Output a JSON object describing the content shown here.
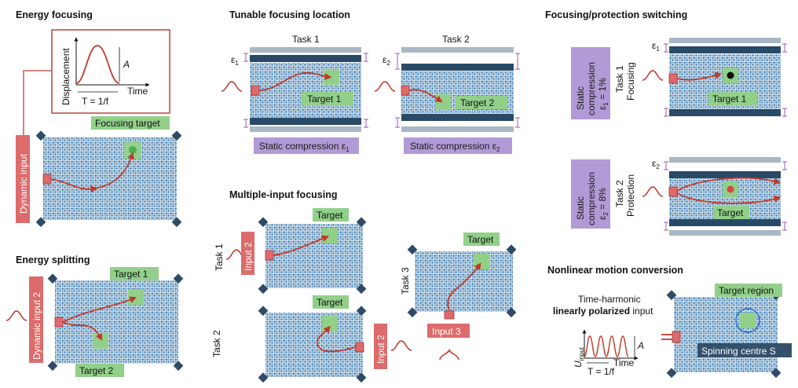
{
  "colors": {
    "lattice": "#3d77a8",
    "lattice_bg": "#dce9f3",
    "dark_bar": "#284a66",
    "grey_bar": "#a9b7c4",
    "path": "#c0392b",
    "target_fill": "#92d08a",
    "target_node": "#4bb14c",
    "input_box": "#dd6b6b",
    "compression_box": "#b29ad6",
    "inset_border": "#b5453d",
    "corner": "#2e4a66",
    "strain_marker": "#9b59b6"
  },
  "icons": [
    "input-pulse-icon",
    "red-path-arrow",
    "corner-clamp"
  ],
  "sections": {
    "energy_focusing": {
      "title": "Energy focusing",
      "inset": {
        "ylabel": "Displacement",
        "xlabel": "Time",
        "amplitude": "A",
        "period": "T = 1/f"
      },
      "input_label": "Dynamic input",
      "target_label": "Focusing target"
    },
    "energy_splitting": {
      "title": "Energy splitting",
      "input_label": "Dynamic input 2",
      "target1": "Target 1",
      "target2": "Target 2"
    },
    "tunable": {
      "title": "Tunable focusing location",
      "task1": {
        "name": "Task 1",
        "eps": "ε",
        "eps_sub": "1",
        "target": "Target 1",
        "box": "Static compression ε",
        "box_sub": "1"
      },
      "task2": {
        "name": "Task 2",
        "eps": "ε",
        "eps_sub": "2",
        "target": "Target 2",
        "box": "Static compression ε",
        "box_sub": "2"
      }
    },
    "multiple": {
      "title": "Multiple-input focusing",
      "task1": {
        "name": "Task 1",
        "input": "Input 2",
        "target": "Target"
      },
      "task2": {
        "name": "Task 2",
        "input": "Input 2",
        "target": "Target"
      },
      "task3": {
        "name": "Task 3",
        "input": "Input 3",
        "target": "Target"
      }
    },
    "switching": {
      "title": "Focusing/protection switching",
      "task1": {
        "eps": "ε",
        "eps_sub": "1",
        "box_l1": "Static",
        "box_l2": "compression",
        "box_l3": "ε",
        "box_l3_sub": "1",
        "box_l3_val": " = 1%",
        "task_l1": "Task 1",
        "task_l2": "Focusing",
        "target": "Target 1"
      },
      "task2": {
        "eps": "ε",
        "eps_sub": "2",
        "box_l1": "Static",
        "box_l2": "compression",
        "box_l3": "ε",
        "box_l3_sub": "2",
        "box_l3_val": " = 8%",
        "task_l1": "Task 2",
        "task_l2": "Protection",
        "target": "Target"
      }
    },
    "nonlinear": {
      "title": "Nonlinear motion conversion",
      "line1": "Time-harmonic",
      "line2_bold": "linearly polarized",
      "line2_rest": " input",
      "ylabel": "U",
      "ylabel_sub": "input",
      "xlabel": "Time",
      "amplitude": "A",
      "period": "T = 1/f",
      "target_label": "Target region",
      "spin_label": "Spinning centre S"
    }
  }
}
